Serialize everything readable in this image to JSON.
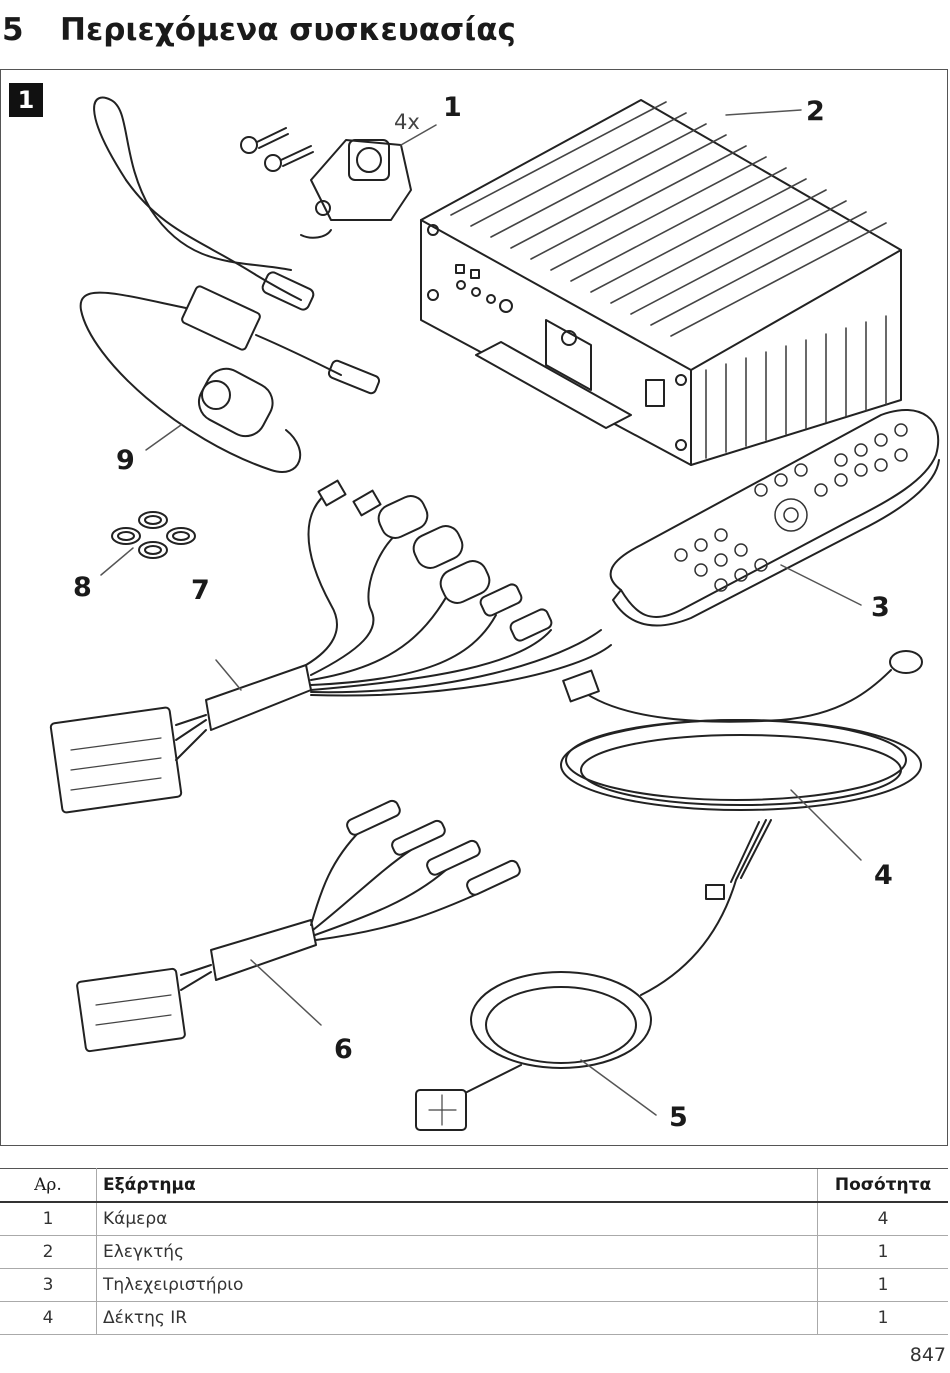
{
  "heading": {
    "number": "5",
    "title": "Περιεχόμενα συσκευασίας"
  },
  "figure": {
    "badge": "1",
    "qty_note": "4x",
    "callouts": [
      "1",
      "2",
      "3",
      "4",
      "5",
      "6",
      "7",
      "8",
      "9"
    ]
  },
  "table": {
    "headers": {
      "no": "Αρ.",
      "part": "Εξάρτημα",
      "qty": "Ποσότητα"
    },
    "rows": [
      {
        "no": "1",
        "part": "Κάμερα",
        "qty": "4"
      },
      {
        "no": "2",
        "part": "Ελεγκτής",
        "qty": "1"
      },
      {
        "no": "3",
        "part": "Τηλεχειριστήριο",
        "qty": "1"
      },
      {
        "no": "4",
        "part": "Δέκτης IR",
        "qty": "1"
      }
    ]
  },
  "page_number": "847"
}
